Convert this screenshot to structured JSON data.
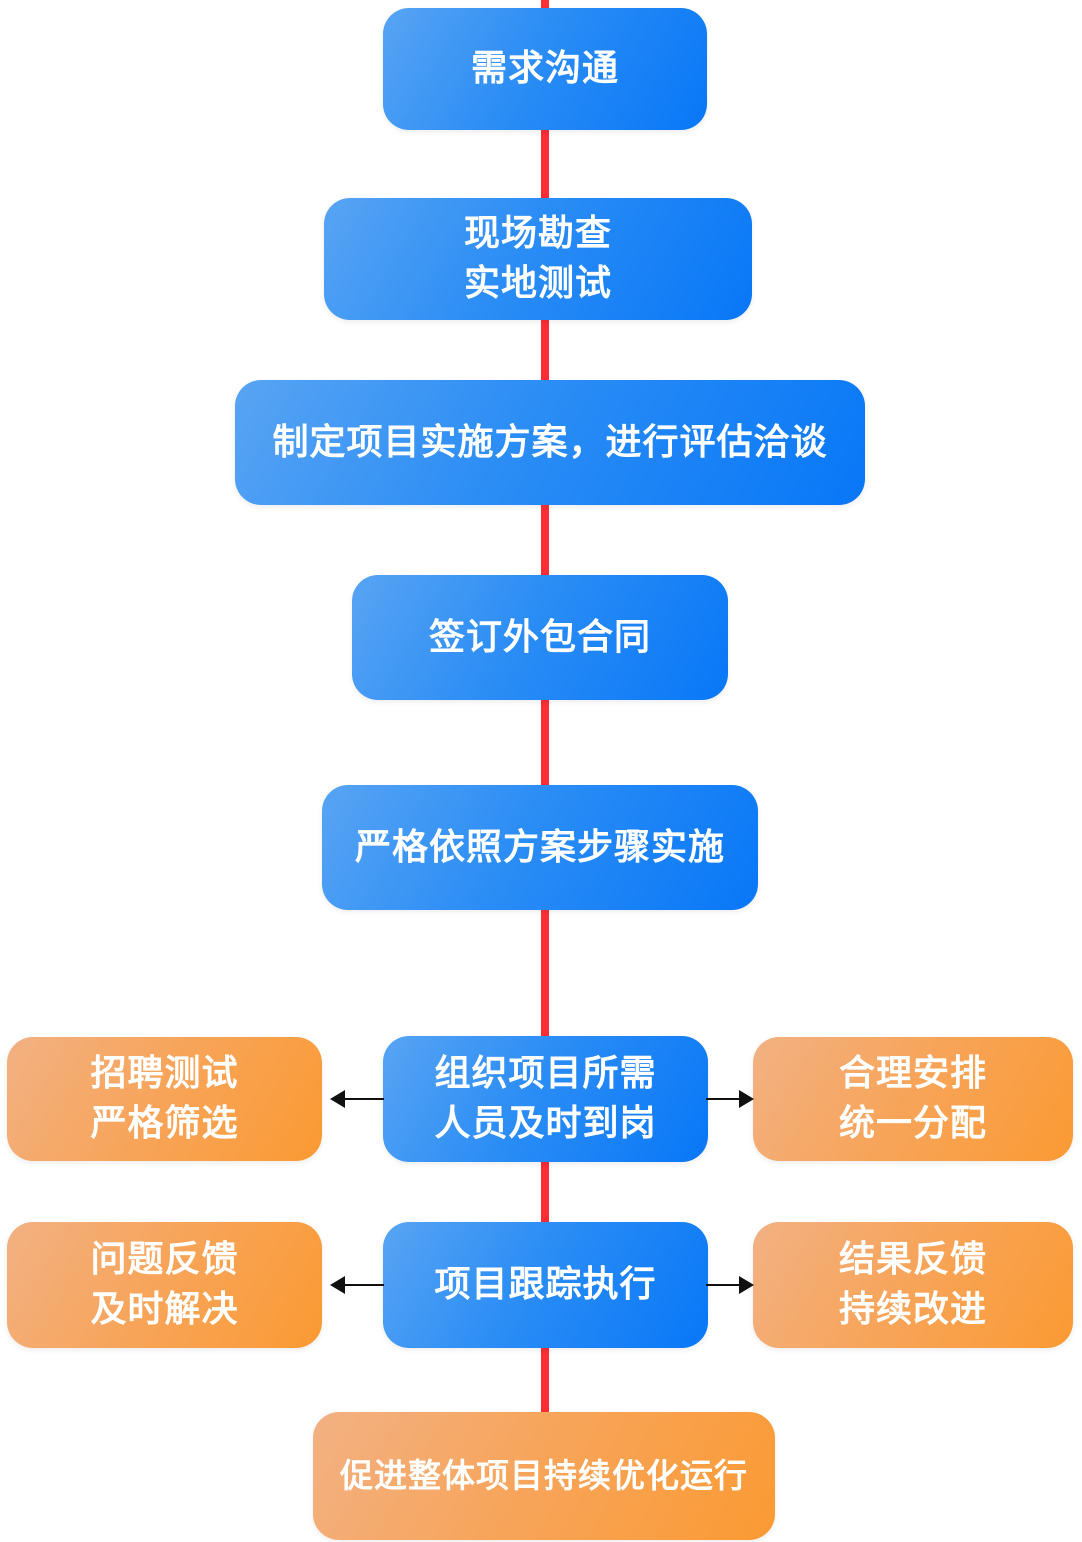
{
  "colors": {
    "node_blue_light": "#58a4f3",
    "node_blue_dark": "#0877f7",
    "node_orange_light": "#f2b183",
    "node_orange_dark": "#fb9a33",
    "flow_line_red": "#fb2e35",
    "arrow_black": "#111111",
    "node_text": "#ffffff"
  },
  "nodes": {
    "step1": {
      "line1": "需求沟通"
    },
    "step2": {
      "line1": "现场勘查",
      "line2": "实地测试"
    },
    "step3": {
      "line1": "制定项目实施方案，进行评估洽谈"
    },
    "step4": {
      "line1": "签订外包合同"
    },
    "step5": {
      "line1": "严格依照方案步骤实施"
    },
    "step6_center": {
      "line1": "组织项目所需",
      "line2": "人员及时到岗"
    },
    "step6_left": {
      "line1": "招聘测试",
      "line2": "严格筛选"
    },
    "step6_right": {
      "line1": "合理安排",
      "line2": "统一分配"
    },
    "step7_center": {
      "line1": "项目跟踪执行"
    },
    "step7_left": {
      "line1": "问题反馈",
      "line2": "及时解决"
    },
    "step7_right": {
      "line1": "结果反馈",
      "line2": "持续改进"
    },
    "step8": {
      "line1": "促进整体项目持续优化运行"
    }
  }
}
